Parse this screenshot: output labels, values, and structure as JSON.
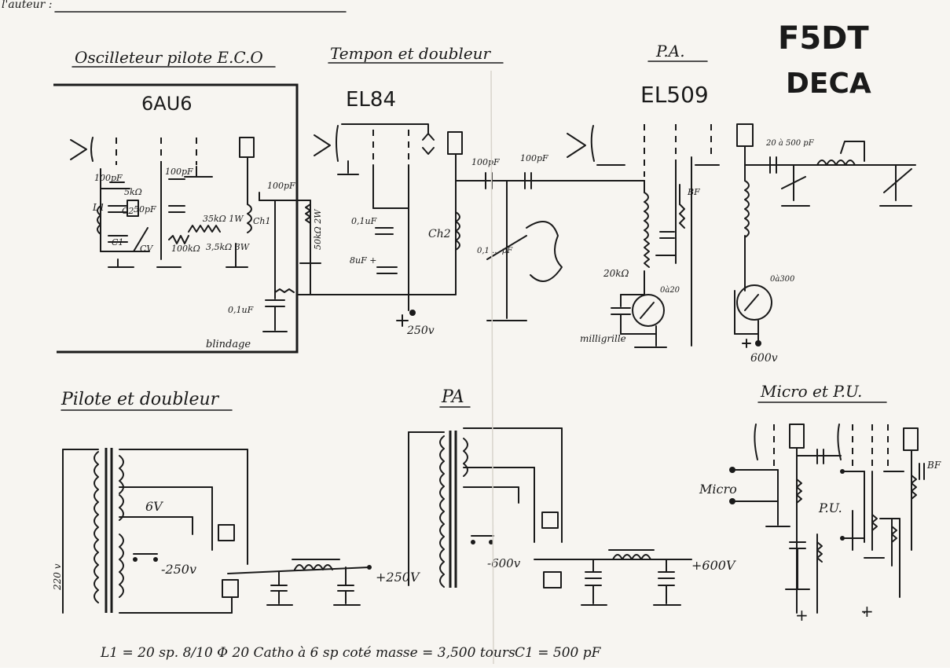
{
  "top_left_fragment": "l'auteur :",
  "header": {
    "callsign": "F5DT",
    "band": "DECA"
  },
  "sections": {
    "eco": "Oscilleteur pilote E.C.O",
    "tampon": "Tempon et doubleur",
    "pa_top": "P.A.",
    "pilote_doubleur": "Pilote et doubleur",
    "pa_bottom": "PA",
    "micro_pu": "Micro et P.U."
  },
  "tubes": {
    "t1": "6AU6",
    "t2": "EL84",
    "t3": "EL509"
  },
  "labels": {
    "c100pf_a": "100pF",
    "c5kohm": "5kΩ",
    "c50pf": "50pF",
    "l1": "L1",
    "c1": "C1",
    "c2": "C2",
    "cv": "CV",
    "c100pf_b": "100pF",
    "r35k": "35kΩ 1W",
    "r100k": "100kΩ",
    "r3k": "3,5kΩ 3W",
    "c100pf_c": "100pF",
    "ch1": "Ch1",
    "c01uf_a": "0,1uF",
    "blindage": "blindage",
    "r50k": "50kΩ 2W",
    "c01uf_b": "0,1uF",
    "c8uf": "8uF +",
    "v250": "250v",
    "c100pf_d": "100pF",
    "c100pf_e": "100pF",
    "ch2": "Ch2",
    "cvar": "0,1 ... pF",
    "r20k": "20kΩ",
    "milligrille": "milligrille",
    "meter1": "0à20",
    "bf1": "BF",
    "c_pi": "20 à 500 pF",
    "meter2": "0à300",
    "v600": "600v",
    "v6": "6V",
    "v250n": "-250v",
    "v250p": "+250V",
    "v220": "220 v",
    "v600n": "-600v",
    "v600p": "+600V",
    "micro": "Micro",
    "pu": "P.U.",
    "bf2": "BF",
    "footer_l1": "L1 = 20 sp. 8/10 Φ 20 Catho à 6 sp coté masse = 3,500 tours",
    "footer_c1": "C1 = 500 pF"
  }
}
